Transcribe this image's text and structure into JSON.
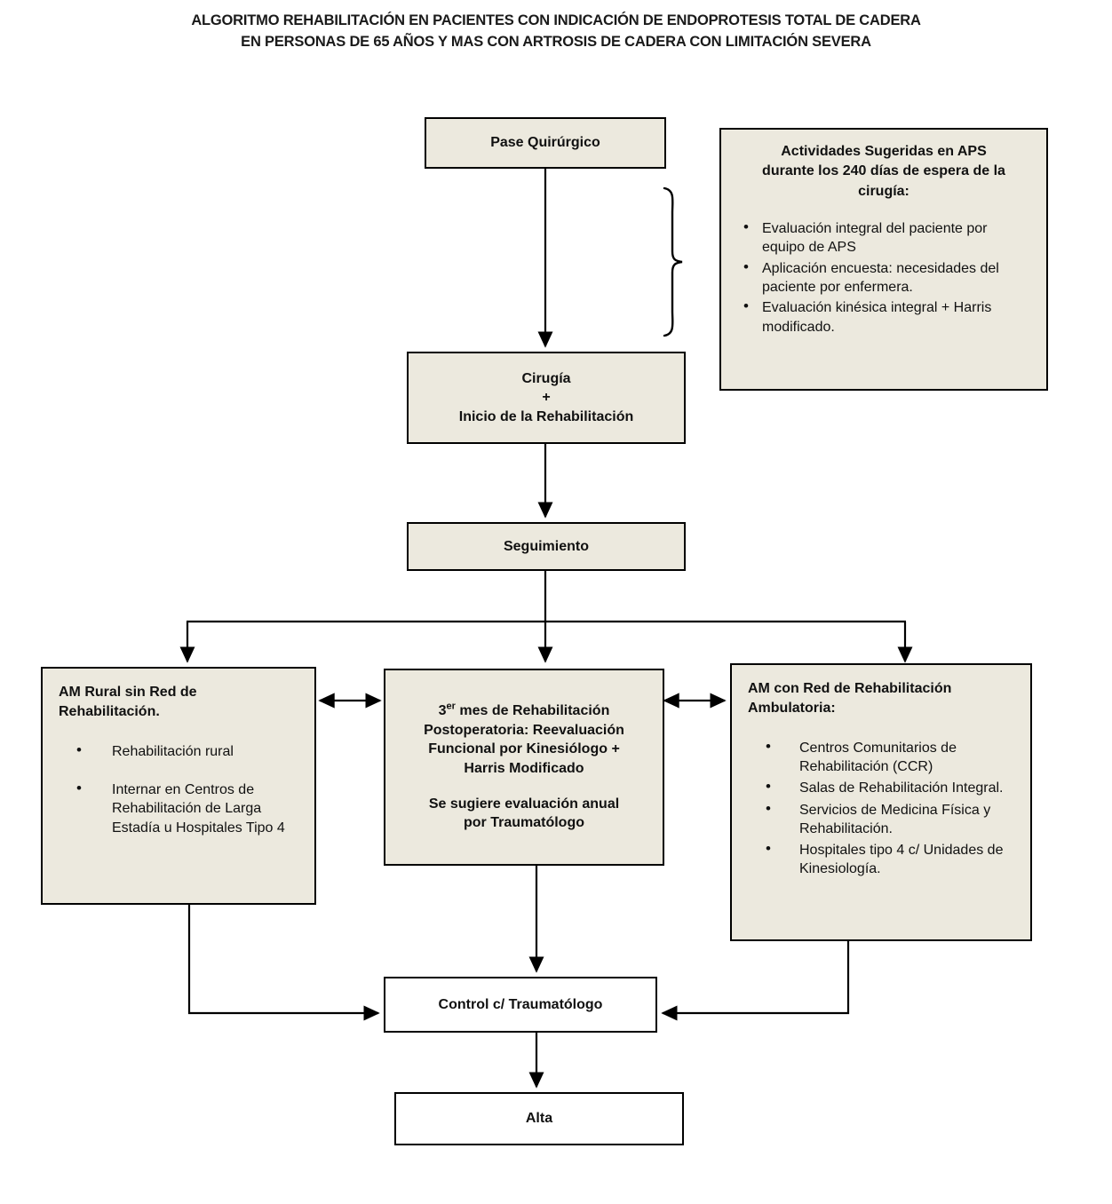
{
  "title": {
    "line1": "ALGORITMO REHABILITACIÓN EN PACIENTES CON INDICACIÓN DE ENDOPROTESIS TOTAL DE CADERA",
    "line2": "EN PERSONAS DE 65 AÑOS Y MAS CON ARTROSIS DE CADERA CON LIMITACIÓN SEVERA"
  },
  "colors": {
    "node_fill": "#ECE9DE",
    "node_border": "#000000",
    "plain_fill": "#FFFFFF",
    "text": "#111111"
  },
  "nodes": {
    "pase_quirurgico": {
      "label": "Pase Quirúrgico"
    },
    "cirugia": {
      "line1": "Cirugía",
      "line2": "+",
      "line3": "Inicio de la Rehabilitación"
    },
    "seguimiento": {
      "label": "Seguimiento"
    },
    "tercer_mes": {
      "line1_prefix": "3",
      "line1_sup": "er",
      "line1_rest": " mes de Rehabilitación",
      "line2": "Postoperatoria: Reevaluación",
      "line3": "Funcional por Kinesiólogo +",
      "line4": "Harris Modificado",
      "sub_line1": "Se sugiere evaluación anual",
      "sub_line2": "por Traumatólogo"
    },
    "control": {
      "label": "Control c/ Traumatólogo"
    },
    "alta": {
      "label": "Alta"
    }
  },
  "panels": {
    "aps": {
      "heading_line1": "Actividades Sugeridas  en APS",
      "heading_line2": "durante los 240 días de espera de la",
      "heading_line3": "cirugía:",
      "bullets": [
        "Evaluación integral del paciente por equipo de APS",
        "Aplicación encuesta: necesidades del paciente por enfermera.",
        "Evaluación kinésica integral + Harris modificado."
      ]
    },
    "rural": {
      "heading_line1": "AM Rural sin Red de",
      "heading_line2": "Rehabilitación.",
      "bullets": [
        "Rehabilitación rural",
        "Internar en Centros de Rehabilitación de Larga Estadía  u Hospitales Tipo 4"
      ]
    },
    "ambulatoria": {
      "heading_line1": "AM con Red de Rehabilitación",
      "heading_line2": "Ambulatoria:",
      "bullets": [
        "Centros Comunitarios de Rehabilitación (CCR)",
        "Salas de Rehabilitación Integral.",
        "Servicios de Medicina Física y Rehabilitación.",
        "Hospitales tipo 4 c/ Unidades de Kinesiología."
      ]
    }
  },
  "connectors": [
    {
      "name": "pase-to-cirugia",
      "type": "arrow-down"
    },
    {
      "name": "brace-to-aps",
      "type": "curly-brace"
    },
    {
      "name": "cirugia-to-seguimiento",
      "type": "arrow-down"
    },
    {
      "name": "seguimiento-branch-left",
      "type": "arrow-down"
    },
    {
      "name": "seguimiento-branch-center",
      "type": "arrow-down"
    },
    {
      "name": "seguimiento-branch-right",
      "type": "arrow-down"
    },
    {
      "name": "rural-tercermes-bidirectional",
      "type": "arrow-both"
    },
    {
      "name": "tercermes-ambulatoria-bidirectional",
      "type": "arrow-both"
    },
    {
      "name": "tercermes-to-control",
      "type": "arrow-down"
    },
    {
      "name": "rural-to-control",
      "type": "arrow-elbow-right"
    },
    {
      "name": "ambulatoria-to-control",
      "type": "arrow-elbow-left"
    },
    {
      "name": "control-to-alta",
      "type": "arrow-down"
    }
  ]
}
